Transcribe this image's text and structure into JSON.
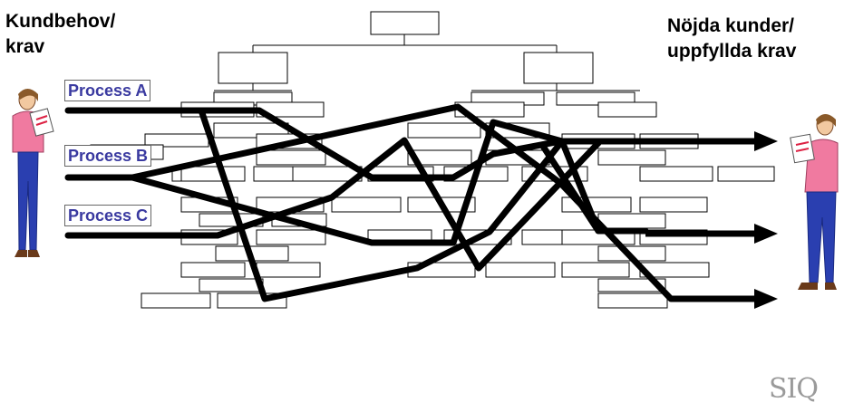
{
  "left_heading": {
    "line1": "Kundbehov/",
    "line2": "krav"
  },
  "right_heading": {
    "line1": "Nöjda kunder/",
    "line2": "uppfyllda krav"
  },
  "processes": [
    {
      "label": "Process A"
    },
    {
      "label": "Process B"
    },
    {
      "label": "Process C"
    }
  ],
  "logo": "SIQ",
  "colors": {
    "process_label": "#3a3aa0",
    "lines": "#000000",
    "boxes": "#ffffff",
    "logo": "#9a9a9a"
  },
  "icons": [
    "customer-figure-left",
    "customer-figure-right",
    "arrow-right"
  ]
}
